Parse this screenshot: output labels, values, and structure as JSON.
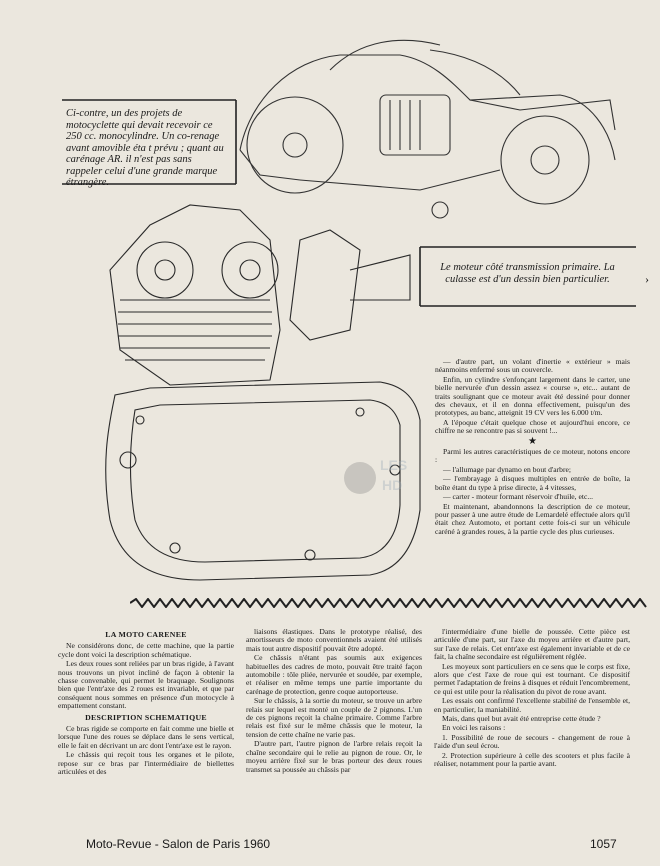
{
  "captions": {
    "motorcycle": "Ci-contre, un des projets de motocyclette qui devait recevoir ce 250 cc. monocylindre. Un co-renage avant amovible éta t prévu ; quant au carénage AR. il n'est pas sans rappeler celui d'une grande marque étrangère.",
    "engine": "Le moteur côté transmission primaire. La culasse est d'un dessin bien particulier."
  },
  "right_column": {
    "p1": "— d'autre part, un volant d'inertie « extérieur » mais néanmoins enfermé sous un couvercle.",
    "p2": "Enfin, un cylindre s'enfonçant largement dans le carter, une bielle nervurée d'un dessin assez « course », etc... autant de traits soulignant que ce moteur avait été dessiné pour donner des chevaux, et il en donna effectivement, puisqu'un des prototypes, au banc, atteignit 19 CV vers les 6.000 t/m.",
    "p3": "A l'époque c'était quelque chose et aujourd'hui encore, ce chiffre ne se rencontre pas si souvent !...",
    "star": "★",
    "p4": "Parmi les autres caractéristiques de ce moteur, notons encore :",
    "p5": "— l'allumage par dynamo en bout d'arbre;",
    "p6": "— l'embrayage à disques multiples en entrée de boîte, la boîte étant du type à prise directe, à 4 vitesses,",
    "p7": "— carter - moteur formant réservoir d'huile, etc...",
    "p8": "Et maintenant, abandonnons la description de ce moteur, pour passer à une autre étude de Lemardelé effectuée alors qu'il était chez Automoto, et portant cette fois-ci sur un véhicule caréné à grandes roues, à la partie cycle des plus curieuses."
  },
  "col1": {
    "heading1": "LA MOTO CARENEE",
    "p1": "Ne considérons donc, de cette machine, que la partie cycle dont voici la description schématique.",
    "p2": "Les deux roues sont reliées par un bras rigide, à l'avant nous trouvons un pivot incliné de façon à obtenir la chasse convenable, qui permet le braquage. Soulignons bien que l'entr'axe des 2 roues est invariable, et que par conséquent nous sommes en présence d'un motocycle à empattement constant.",
    "heading2": "DESCRIPTION SCHEMATIQUE",
    "p3": "Ce bras rigide se comporte en fait comme une bielle et lorsque l'une des roues se déplace dans le sens vertical, elle le fait en décrivant un arc dont l'entr'axe est le rayon.",
    "p4": "Le châssis qui reçoit tous les organes et le pilote, repose sur ce bras par l'intermédiaire de biellettes articulées et des"
  },
  "col2": {
    "p1": "liaisons élastiques. Dans le prototype réalisé, des amortisseurs de moto conventionnels avaient été utilisés mais tout autre dispositif pouvait être adopté.",
    "p2": "Ce châssis n'étant pas soumis aux exigences habituelles des cadres de moto, pouvait être traité façon automobile : tôle pliée, nervurée et soudée, par exemple, et réaliser en même temps une partie importante du carénage de protection, genre coque autoporteuse.",
    "p3": "Sur le châssis, à la sortie du moteur, se trouve un arbre relais sur lequel est monté un couple de 2 pignons. L'un de ces pignons reçoit la chaîne primaire. Comme l'arbre relais est fixé sur le même châssis que le moteur, la tension de cette chaîne ne varie pas.",
    "p4": "D'autre part, l'autre pignon de l'arbre relais reçoit la chaîne secondaire qui le relie au pignon de roue. Or, le moyeu arrière fixé sur le bras porteur des deux roues transmet sa poussée au châssis par"
  },
  "col3": {
    "p1": "l'intermédiaire d'une bielle de poussée. Cette pièce est articulée d'une part, sur l'axe du moyeu arrière et d'autre part, sur l'axe de relais. Cet entr'axe est également invariable et de ce fait, la chaîne secondaire est régulièrement réglée.",
    "p2": "Les moyeux sont particuliers en ce sens que le corps est fixe, alors que c'est l'axe de roue qui est tournant. Ce dispositif permet l'adaptation de freins à disques et réduit l'encombrement, ce qui est utile pour la réalisation du pivot de roue avant.",
    "p3": "Les essais ont confirmé l'excellente stabilité de l'ensemble et, en particulier, la maniabilité.",
    "p4": "Mais, dans quel but avait été entreprise cette étude ?",
    "p5": "En voici les raisons :",
    "p6": "1. Possibilité de roue de secours - changement de roue à l'aide d'un seul écrou.",
    "p7": "2. Protection supérieure à celle des scooters et plus facile à réaliser, notamment pour la partie avant."
  },
  "footer": {
    "left": "Moto-Revue - Salon de Paris 1960",
    "right": "1057"
  }
}
